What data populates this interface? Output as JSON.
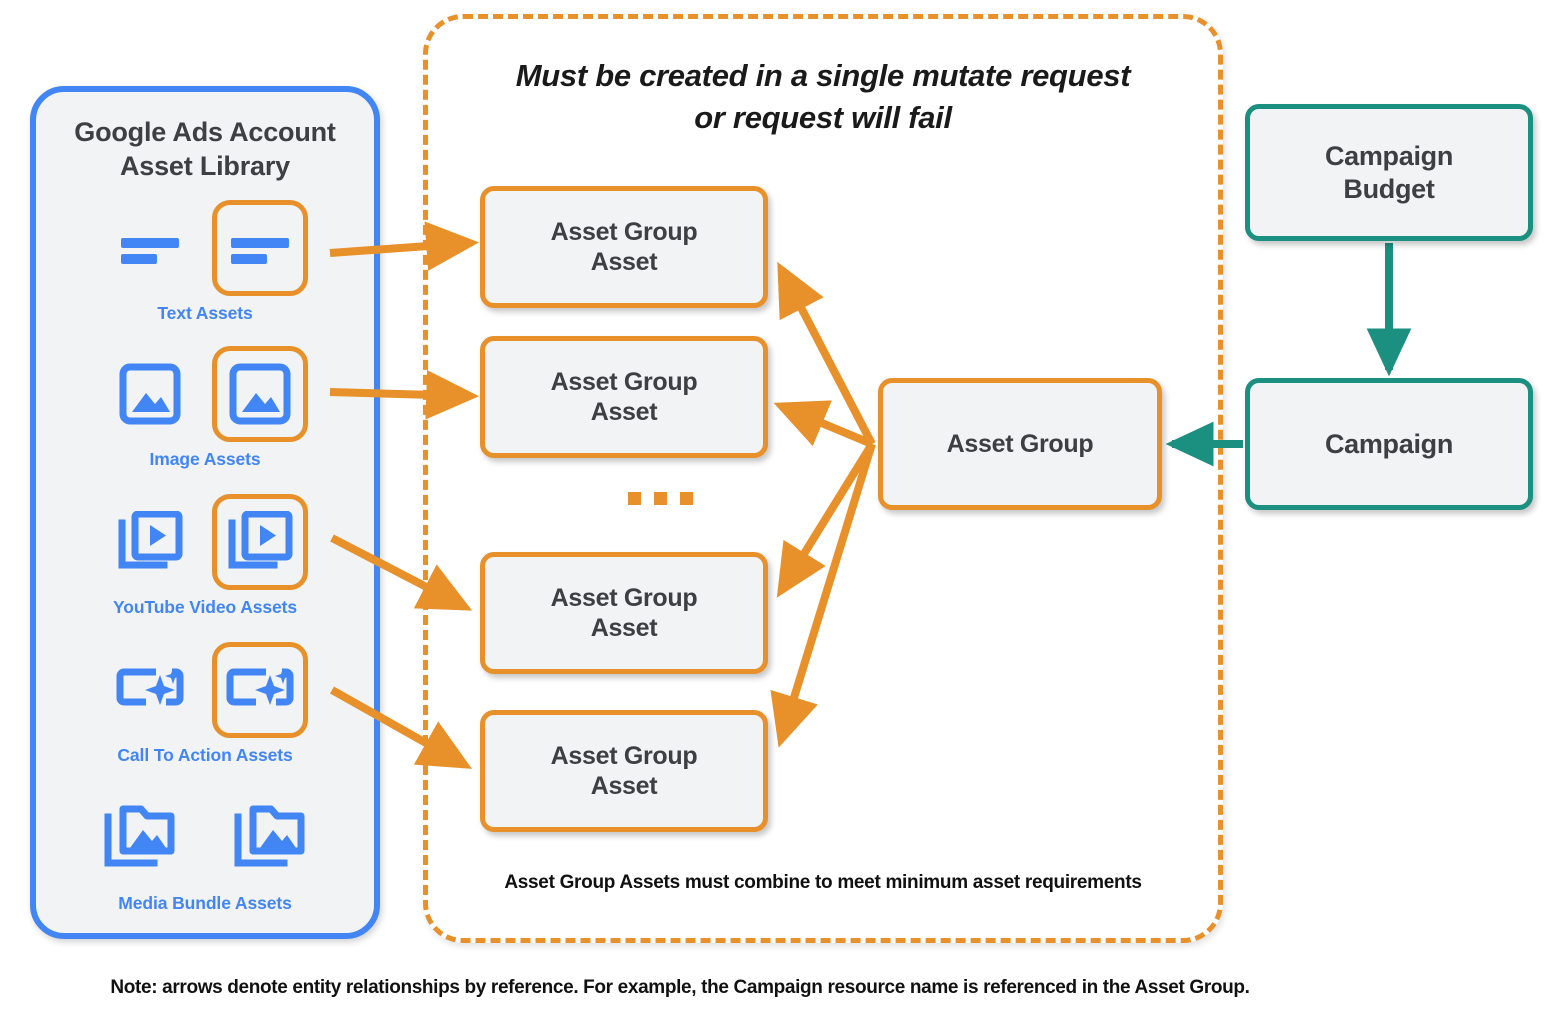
{
  "colors": {
    "orange": "#E8912A",
    "teal": "#1B9080",
    "blue": "#4285F4",
    "node_fill": "#F1F3F4",
    "text_dark": "#3C4043"
  },
  "sidebar": {
    "title_line1": "Google Ads Account",
    "title_line2": "Asset Library",
    "assets": [
      {
        "label": "Text Assets",
        "icon": "text-asset-icon",
        "highlighted": true
      },
      {
        "label": "Image Assets",
        "icon": "image-asset-icon",
        "highlighted": true
      },
      {
        "label": "YouTube Video  Assets",
        "icon": "youtube-video-asset-icon",
        "highlighted": true
      },
      {
        "label": "Call To Action Assets",
        "icon": "call-to-action-asset-icon",
        "highlighted": true
      },
      {
        "label": "Media Bundle  Assets",
        "icon": "media-bundle-asset-icon",
        "highlighted": false
      }
    ]
  },
  "mutate_container": {
    "heading_line1": "Must be created in a single mutate request",
    "heading_line2": "or request will fail",
    "footnote": "Asset Group Assets must combine to meet minimum asset requirements"
  },
  "nodes": {
    "asset_group_assets": [
      {
        "line1": "Asset Group",
        "line2": "Asset"
      },
      {
        "line1": "Asset Group",
        "line2": "Asset"
      },
      {
        "line1": "Asset Group",
        "line2": "Asset"
      },
      {
        "line1": "Asset Group",
        "line2": "Asset"
      }
    ],
    "ellipsis": "...",
    "asset_group": "Asset Group",
    "campaign_budget_line1": "Campaign",
    "campaign_budget_line2": "Budget",
    "campaign": "Campaign"
  },
  "footer": {
    "note": "Note: arrows denote entity relationships by reference. For example, the Campaign resource name is referenced in the Asset Group."
  }
}
